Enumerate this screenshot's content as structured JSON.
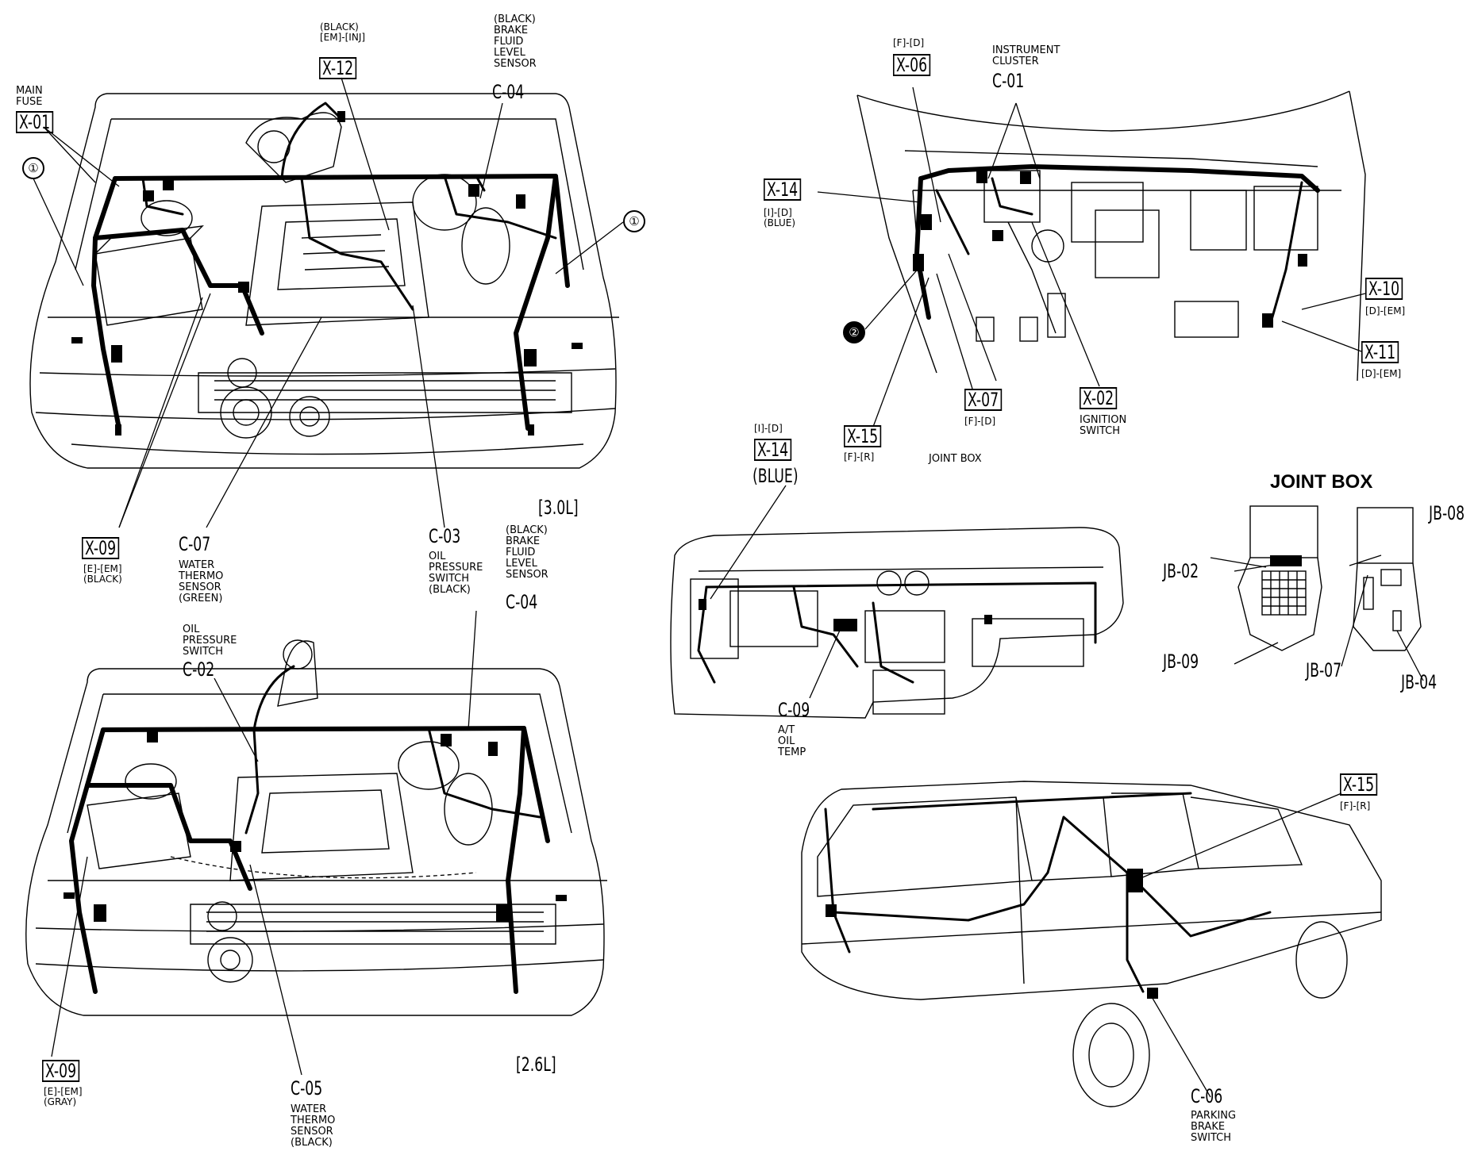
{
  "header_joint_box": "JOINT BOX",
  "engine_3l": {
    "tag": "[3.0L]",
    "x01": {
      "code": "X-01",
      "caption_lines": [
        "MAIN",
        "FUSE"
      ]
    },
    "x12": {
      "code": "X-12",
      "tag_lines": [
        "(BLACK)",
        "[EM]-[INJ]"
      ]
    },
    "c04": {
      "code": "C-04",
      "caption_lines": [
        "(BLACK)",
        "BRAKE",
        "FLUID",
        "LEVEL",
        "SENSOR"
      ]
    },
    "x09": {
      "code": "X-09",
      "tag_lines": [
        "[E]-[EM]",
        "(BLACK)"
      ]
    },
    "c07": {
      "code": "C-07",
      "caption_lines": [
        "WATER",
        "THERMO",
        "SENSOR",
        "(GREEN)"
      ]
    },
    "c03": {
      "code": "C-03",
      "caption_lines": [
        "OIL",
        "PRESSURE",
        "SWITCH",
        "(BLACK)"
      ]
    },
    "circle_marker": "①"
  },
  "engine_26l": {
    "tag": "[2.6L]",
    "c02": {
      "code": "C-02",
      "caption_lines": [
        "OIL",
        "PRESSURE",
        "SWITCH"
      ]
    },
    "c04": {
      "code": "C-04",
      "caption_lines": [
        "(BLACK)",
        "BRAKE",
        "FLUID",
        "LEVEL",
        "SENSOR"
      ]
    },
    "x09": {
      "code": "X-09",
      "tag_lines": [
        "[E]-[EM]",
        "(GRAY)"
      ]
    },
    "c05": {
      "code": "C-05",
      "caption_lines": [
        "WATER",
        "THERMO",
        "SENSOR",
        "(BLACK)"
      ]
    }
  },
  "dashboard": {
    "x06": {
      "code": "X-06",
      "tag": "[F]-[D]"
    },
    "c01": {
      "code": "C-01",
      "caption_lines": [
        "INSTRUMENT",
        "CLUSTER"
      ]
    },
    "x14": {
      "code": "X-14",
      "tag_lines": [
        "[I]-[D]",
        "(BLUE)"
      ]
    },
    "x10": {
      "code": "X-10",
      "tag": "[D]-[EM]"
    },
    "x11": {
      "code": "X-11",
      "tag": "[D]-[EM]"
    },
    "x07": {
      "code": "X-07",
      "tag": "[F]-[D]"
    },
    "x02": {
      "code": "X-02",
      "caption_lines": [
        "IGNITION",
        "SWITCH"
      ]
    },
    "x15": {
      "code": "X-15",
      "tag": "[F]-[R]"
    },
    "joint_box_caption": "JOINT BOX",
    "circle_marker": "②"
  },
  "instrument_panel": {
    "x14": {
      "tag": "[I]-[D]",
      "code": "X-14",
      "color": "(BLUE)"
    },
    "c09": {
      "code": "C-09",
      "caption_lines": [
        "A/T",
        "OIL",
        "TEMP"
      ]
    }
  },
  "joint_box": {
    "jb08": "JB-08",
    "jb02": "JB-02",
    "jb09": "JB-09",
    "jb07": "JB-07",
    "jb04": "JB-04"
  },
  "rear_body": {
    "x15": {
      "code": "X-15",
      "tag": "[F]-[R]"
    },
    "c06": {
      "code": "C-06",
      "caption_lines": [
        "PARKING",
        "BRAKE",
        "SWITCH"
      ]
    }
  }
}
